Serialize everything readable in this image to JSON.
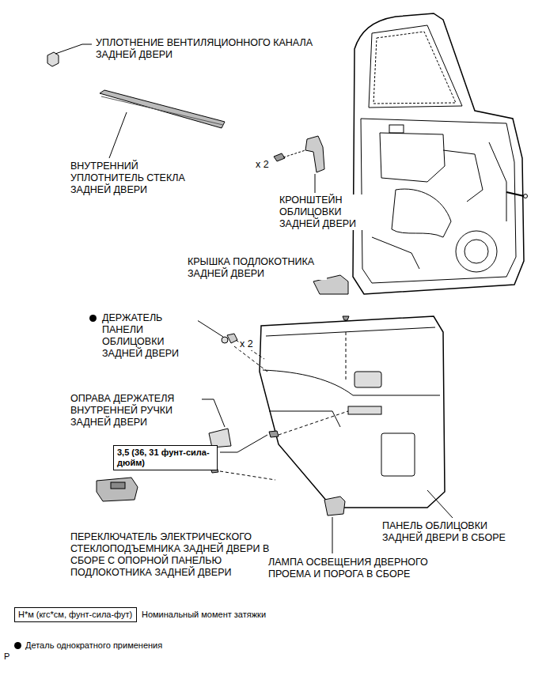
{
  "diagram": {
    "nodes": [
      {
        "text": [
          "3,5 (36, 31 фунт-сила-дюйм)"
        ]
      },
      {
        "text": [
          "Н*м (кгс*см, фунт-сила-фут)"
        ]
      }
    ],
    "labels": [
      "УПЛОТНЕНИЕ ВЕНТИЛЯЦИОННОГО КАНАЛА ЗАДНЕЙ ДВЕРИ",
      "ВНУТРЕННИЙ УПЛОТНИТЕЛЬ СТЕКЛА ЗАДНЕЙ ДВЕРИ",
      "x 2",
      "КРОНШТЕЙН ОБЛИЦОВКИ ЗАДНЕЙ ДВЕРИ",
      "КРЫШКА ПОДЛОКОТНИКА ЗАДНЕЙ ДВЕРИ",
      "ДЕРЖАТЕЛЬ ПАНЕЛИ ОБЛИЦОВКИ ЗАДНЕЙ ДВЕРИ",
      "x 2",
      "ОПРАВА ДЕРЖАТЕЛЯ ВНУТРЕННЕЙ РУЧКИ ЗАДНЕЙ ДВЕРИ",
      "ПЕРЕКЛЮЧАТЕЛЬ ЭЛЕКТРИЧЕСКОГО СТЕКЛОПОДЪЕМНИКА ЗАДНЕЙ ДВЕРИ В СБОРЕ С ОПОРНОЙ ПАНЕЛЬЮ ПОДЛОКОТНИКА ЗАДНЕЙ ДВЕРИ",
      "ЛАМПА ОСВЕЩЕНИЯ ДВЕРНОГО ПРОЕМА И ПОРОГА В СБОРЕ",
      "ПАНЕЛЬ ОБЛИЦОВКИ ЗАДНЕЙ ДВЕРИ В СБОРЕ",
      "P"
    ],
    "legend": [
      {
        "text": "Номинальный момент затяжки"
      },
      {
        "text": "Деталь однократного применения"
      }
    ]
  }
}
